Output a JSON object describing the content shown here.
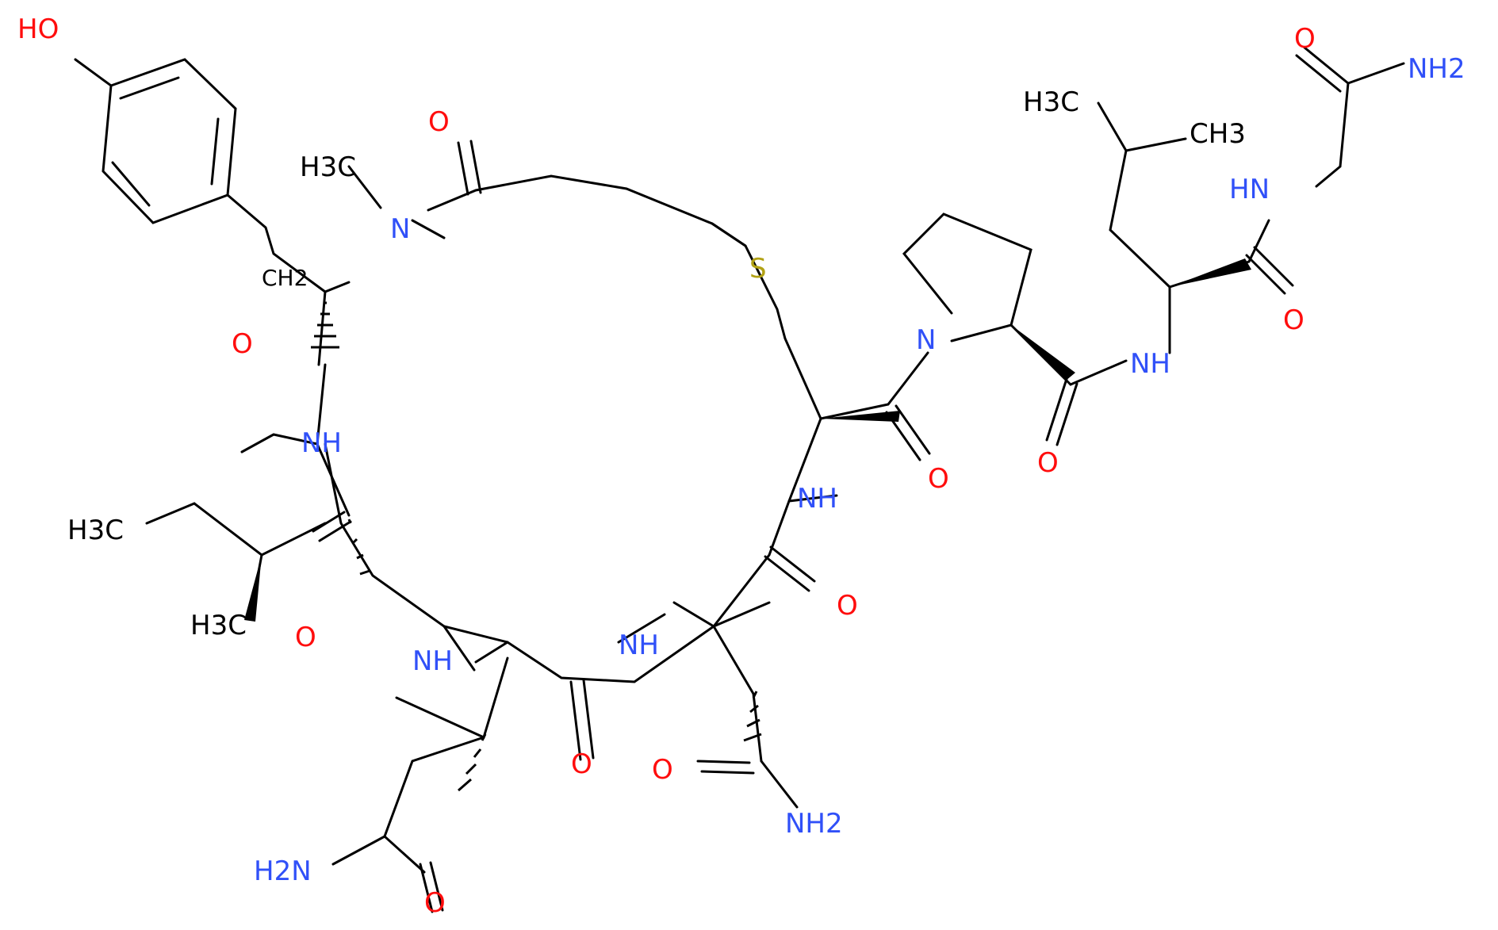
{
  "colors": {
    "bond": "#000000",
    "oxygen": "#ff0d0d",
    "nitrogen": "#3050f8",
    "sulfur": "#b2a215",
    "carbon": "#000000",
    "background": "#ffffff"
  },
  "atom_labels": {
    "HO": "HO",
    "CH2": "CH2",
    "NMe": "N",
    "H3C": "H3C",
    "O": "O",
    "NH": "NH",
    "HN": "HN",
    "S": "S",
    "N": "N",
    "NH2": "NH2",
    "H2N": "H2N",
    "CH3": "CH3"
  }
}
